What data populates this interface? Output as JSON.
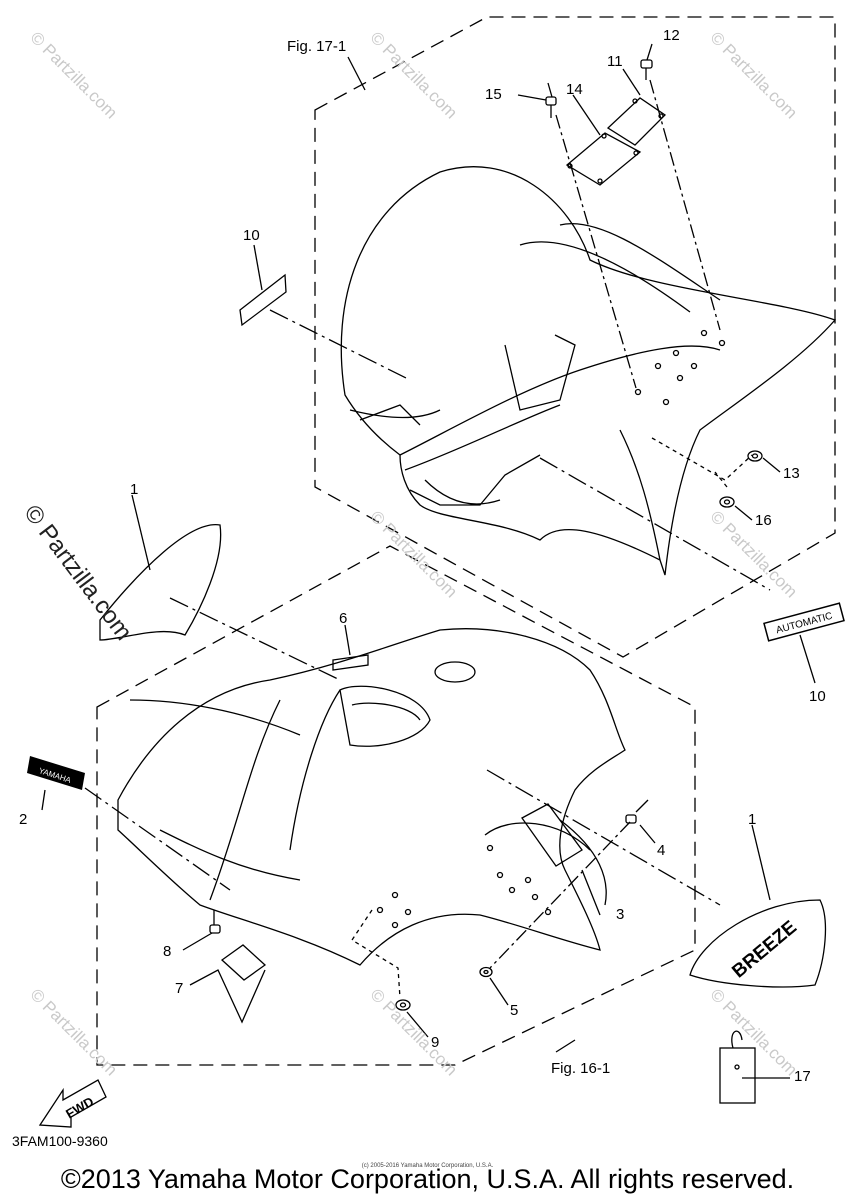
{
  "figure_refs": {
    "top": "Fig. 17-1",
    "bottom": "Fig. 16-1"
  },
  "callouts": {
    "c1a": "1",
    "c1b": "1",
    "c2": "2",
    "c3": "3",
    "c4": "4",
    "c5": "5",
    "c6": "6",
    "c7": "7",
    "c8": "8",
    "c9": "9",
    "c10a": "10",
    "c10b": "10",
    "c11": "11",
    "c12": "12",
    "c13": "13",
    "c14": "14",
    "c15": "15",
    "c16": "16",
    "c17": "17"
  },
  "decals": {
    "yamaha": "YAMAHA",
    "automatic": "AUTOMATIC",
    "breeze": "BREEZE"
  },
  "fwd_label": "FWD",
  "diagram_code": "3FAM100-9360",
  "small_credit": "(c) 2005-2016 Yamaha Motor Corporation, U.S.A.",
  "copyright": "©2013 Yamaha Motor Corporation, U.S.A. All rights reserved.",
  "watermark": "© Partzilla.com"
}
